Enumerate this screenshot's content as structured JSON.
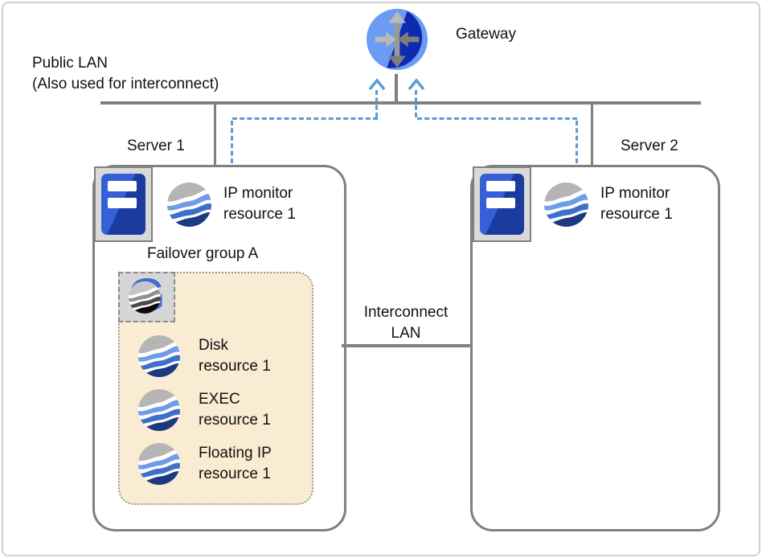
{
  "diagram": {
    "gateway": {
      "label": "Gateway"
    },
    "public_lan": {
      "line1": "Public LAN",
      "line2": "(Also used for interconnect)"
    },
    "interconnect_lan": {
      "line1": "Interconnect",
      "line2": "LAN"
    },
    "server1": {
      "label": "Server 1",
      "ip_monitor": {
        "line1": "IP monitor",
        "line2": "resource 1"
      },
      "failover_group": {
        "label": "Failover group A",
        "icon_letter": "G",
        "resources": [
          {
            "line1": "Disk",
            "line2": "resource 1"
          },
          {
            "line1": "EXEC",
            "line2": "resource 1"
          },
          {
            "line1": "Floating IP",
            "line2": "resource 1"
          }
        ]
      }
    },
    "server2": {
      "label": "Server 2",
      "ip_monitor": {
        "line1": "IP monitor",
        "line2": "resource 1"
      }
    },
    "colors": {
      "line_gray": "#808080",
      "dashed_blue": "#5b9bd5",
      "group_fill": "#faecd2",
      "sphere_gray": "#b5b5b5",
      "sphere_light_blue": "#6f9ce8",
      "sphere_mid_blue": "#3f6fc9",
      "sphere_navy": "#1c3a80",
      "gateway_light_blue": "#6b9bf2",
      "gateway_dark_blue": "#0d2bb0",
      "server_icon_blue": "#3560d8"
    }
  }
}
